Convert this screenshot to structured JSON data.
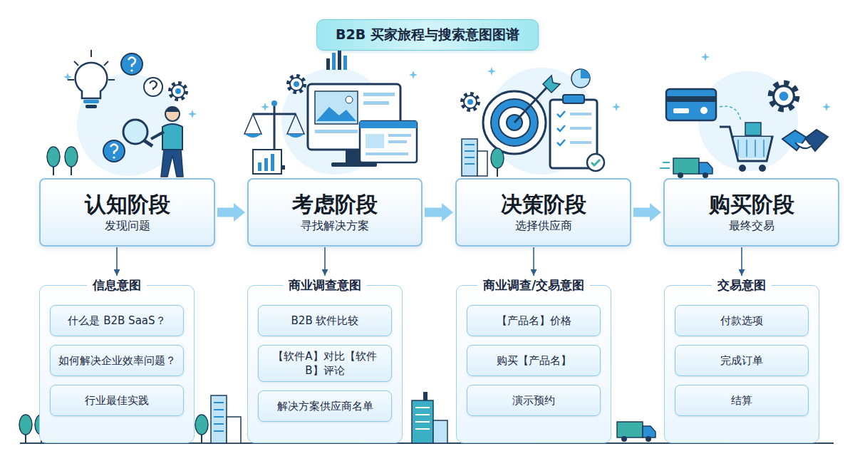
{
  "diagram": {
    "title": "B2B 买家旅程与搜索意图图谱",
    "nodes": [
      {
        "text": [
          "认知阶段",
          "发现问题"
        ]
      },
      {
        "text": [
          "考虑阶段",
          "寻找解决方案"
        ]
      },
      {
        "text": [
          "决策阶段",
          "选择供应商"
        ]
      },
      {
        "text": [
          "购买阶段",
          "最终交易"
        ]
      },
      {
        "text": [
          "信息意图"
        ]
      },
      {
        "text": [
          "什么是 B2B SaaS？"
        ],
        "in": 4
      },
      {
        "text": [
          "如何解决企业效率问题？"
        ],
        "in": 4
      },
      {
        "text": [
          "行业最佳实践"
        ],
        "in": 4
      },
      {
        "text": [
          "商业调查意图"
        ]
      },
      {
        "text": [
          "B2B 软件比较"
        ],
        "in": 8
      },
      {
        "text": [
          "【软件A】对比【软件B】评论"
        ],
        "in": 8
      },
      {
        "text": [
          "解决方案供应商名单"
        ],
        "in": 8
      },
      {
        "text": [
          "商业调查/交易意图"
        ]
      },
      {
        "text": [
          "【产品名】价格"
        ],
        "in": 12
      },
      {
        "text": [
          "购买【产品名】"
        ],
        "in": 12
      },
      {
        "text": [
          "演示预约"
        ],
        "in": 12
      },
      {
        "text": [
          "交易意图"
        ]
      },
      {
        "text": [
          "付款选项"
        ],
        "in": 16
      },
      {
        "text": [
          "完成订单"
        ],
        "in": 16
      },
      {
        "text": [
          "结算"
        ],
        "in": 16
      }
    ],
    "edges": [
      {
        "from": 0,
        "to": 1,
        "arrow": "to"
      },
      {
        "from": 1,
        "to": 2,
        "arrow": "to"
      },
      {
        "from": 2,
        "to": 3,
        "arrow": "to"
      },
      {
        "from": 0,
        "to": 4,
        "arrow": "to"
      },
      {
        "from": 1,
        "to": 8,
        "arrow": "to"
      },
      {
        "from": 2,
        "to": 12,
        "arrow": "to"
      },
      {
        "from": 3,
        "to": 16,
        "arrow": "to"
      }
    ]
  }
}
